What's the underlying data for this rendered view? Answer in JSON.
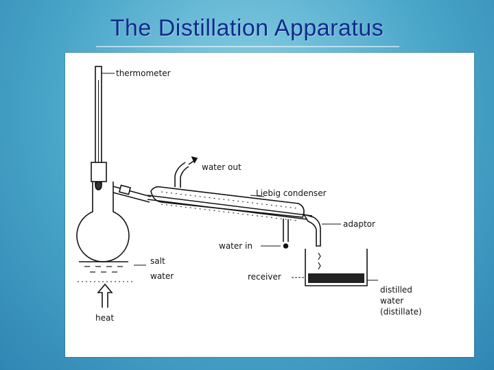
{
  "slide": {
    "title": "The Distillation Apparatus"
  },
  "diagram": {
    "labels": {
      "thermometer": "thermometer",
      "water_out": "water out",
      "condenser": "Liebig condenser",
      "adaptor": "adaptor",
      "water_in": "water in",
      "salt_water_line1": "salt",
      "salt_water_line2": "water",
      "receiver": "receiver",
      "distilled_line1": "distilled",
      "distilled_line2": "water",
      "distilled_line3": "(distillate)",
      "heat": "heat"
    }
  }
}
